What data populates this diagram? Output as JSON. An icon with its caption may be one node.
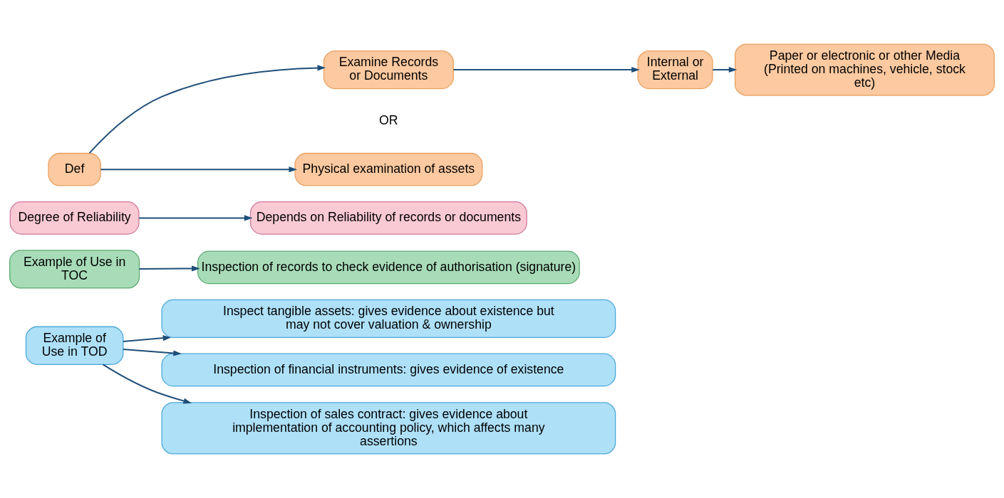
{
  "diagram": {
    "nodes": [
      {
        "text": [
          "Def"
        ]
      },
      {
        "text": [
          "Examine Records or Documents"
        ]
      },
      {
        "text": [
          "Internal or External"
        ]
      },
      {
        "text": [
          "Paper or electronic or other Media (Printed on machines, vehicle, stock etc)"
        ]
      },
      {
        "text": [
          "Physical examination of assets"
        ]
      },
      {
        "text": [
          "Degree of Reliability"
        ]
      },
      {
        "text": [
          "Depends on Reliability of records or documents"
        ]
      },
      {
        "text": [
          "Example of Use in TOC"
        ]
      },
      {
        "text": [
          "Inspection of records to check evidence of authorisation (signature)"
        ]
      },
      {
        "text": [
          "Example of Use in TOD"
        ]
      },
      {
        "text": [
          "Inspect tangible assets: gives evidence about existence but may not cover valuation & ownership"
        ]
      },
      {
        "text": [
          "Inspection of financial instruments: gives evidence of existence"
        ]
      },
      {
        "text": [
          "Inspection of sales contract: gives evidence about implementation of accounting policy, which affects many assertions"
        ]
      }
    ],
    "edges": [
      {
        "from": 0,
        "to": 1,
        "arrow": "to"
      },
      {
        "from": 0,
        "to": 4,
        "arrow": "to"
      },
      {
        "from": 1,
        "to": 2,
        "arrow": "to"
      },
      {
        "from": 2,
        "to": 3,
        "arrow": "to"
      },
      {
        "from": 5,
        "to": 6,
        "arrow": "to"
      },
      {
        "from": 7,
        "to": 8,
        "arrow": "to"
      },
      {
        "from": 9,
        "to": 10,
        "arrow": "to"
      },
      {
        "from": 9,
        "to": 11,
        "arrow": "to"
      },
      {
        "from": 9,
        "to": 12,
        "arrow": "to"
      }
    ],
    "labels": [
      "OR"
    ]
  }
}
